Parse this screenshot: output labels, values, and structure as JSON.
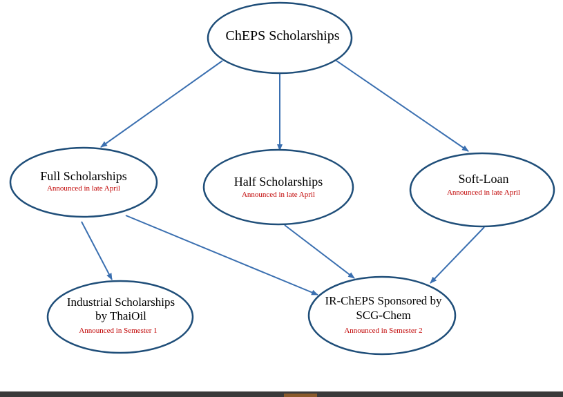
{
  "diagram": {
    "nodes": [
      {
        "id": "cheps",
        "lines": [
          "ChEPS Scholarships"
        ],
        "note": ""
      },
      {
        "id": "full",
        "lines": [
          "Full Scholarships"
        ],
        "note": "Announced in late April"
      },
      {
        "id": "half",
        "lines": [
          "Half Scholarships"
        ],
        "note": "Announced in late April"
      },
      {
        "id": "softloan",
        "lines": [
          "Soft-Loan"
        ],
        "note": "Announced in late April"
      },
      {
        "id": "industrial",
        "lines": [
          "Industrial Scholarships",
          "by ThaiOil"
        ],
        "note": "Announced in Semester 1"
      },
      {
        "id": "ircheps",
        "lines": [
          "IR-ChEPS Sponsored by",
          "SCG-Chem"
        ],
        "note": "Announced in Semester 2"
      }
    ],
    "edges": [
      {
        "from": "cheps",
        "to": "full"
      },
      {
        "from": "cheps",
        "to": "half"
      },
      {
        "from": "cheps",
        "to": "softloan"
      },
      {
        "from": "full",
        "to": "industrial"
      },
      {
        "from": "full",
        "to": "ircheps"
      },
      {
        "from": "half",
        "to": "ircheps"
      },
      {
        "from": "softloan",
        "to": "ircheps"
      }
    ],
    "colors": {
      "node_border": "#1f4e79",
      "arrow": "#3a6fb0",
      "note_text": "#c00000"
    }
  }
}
